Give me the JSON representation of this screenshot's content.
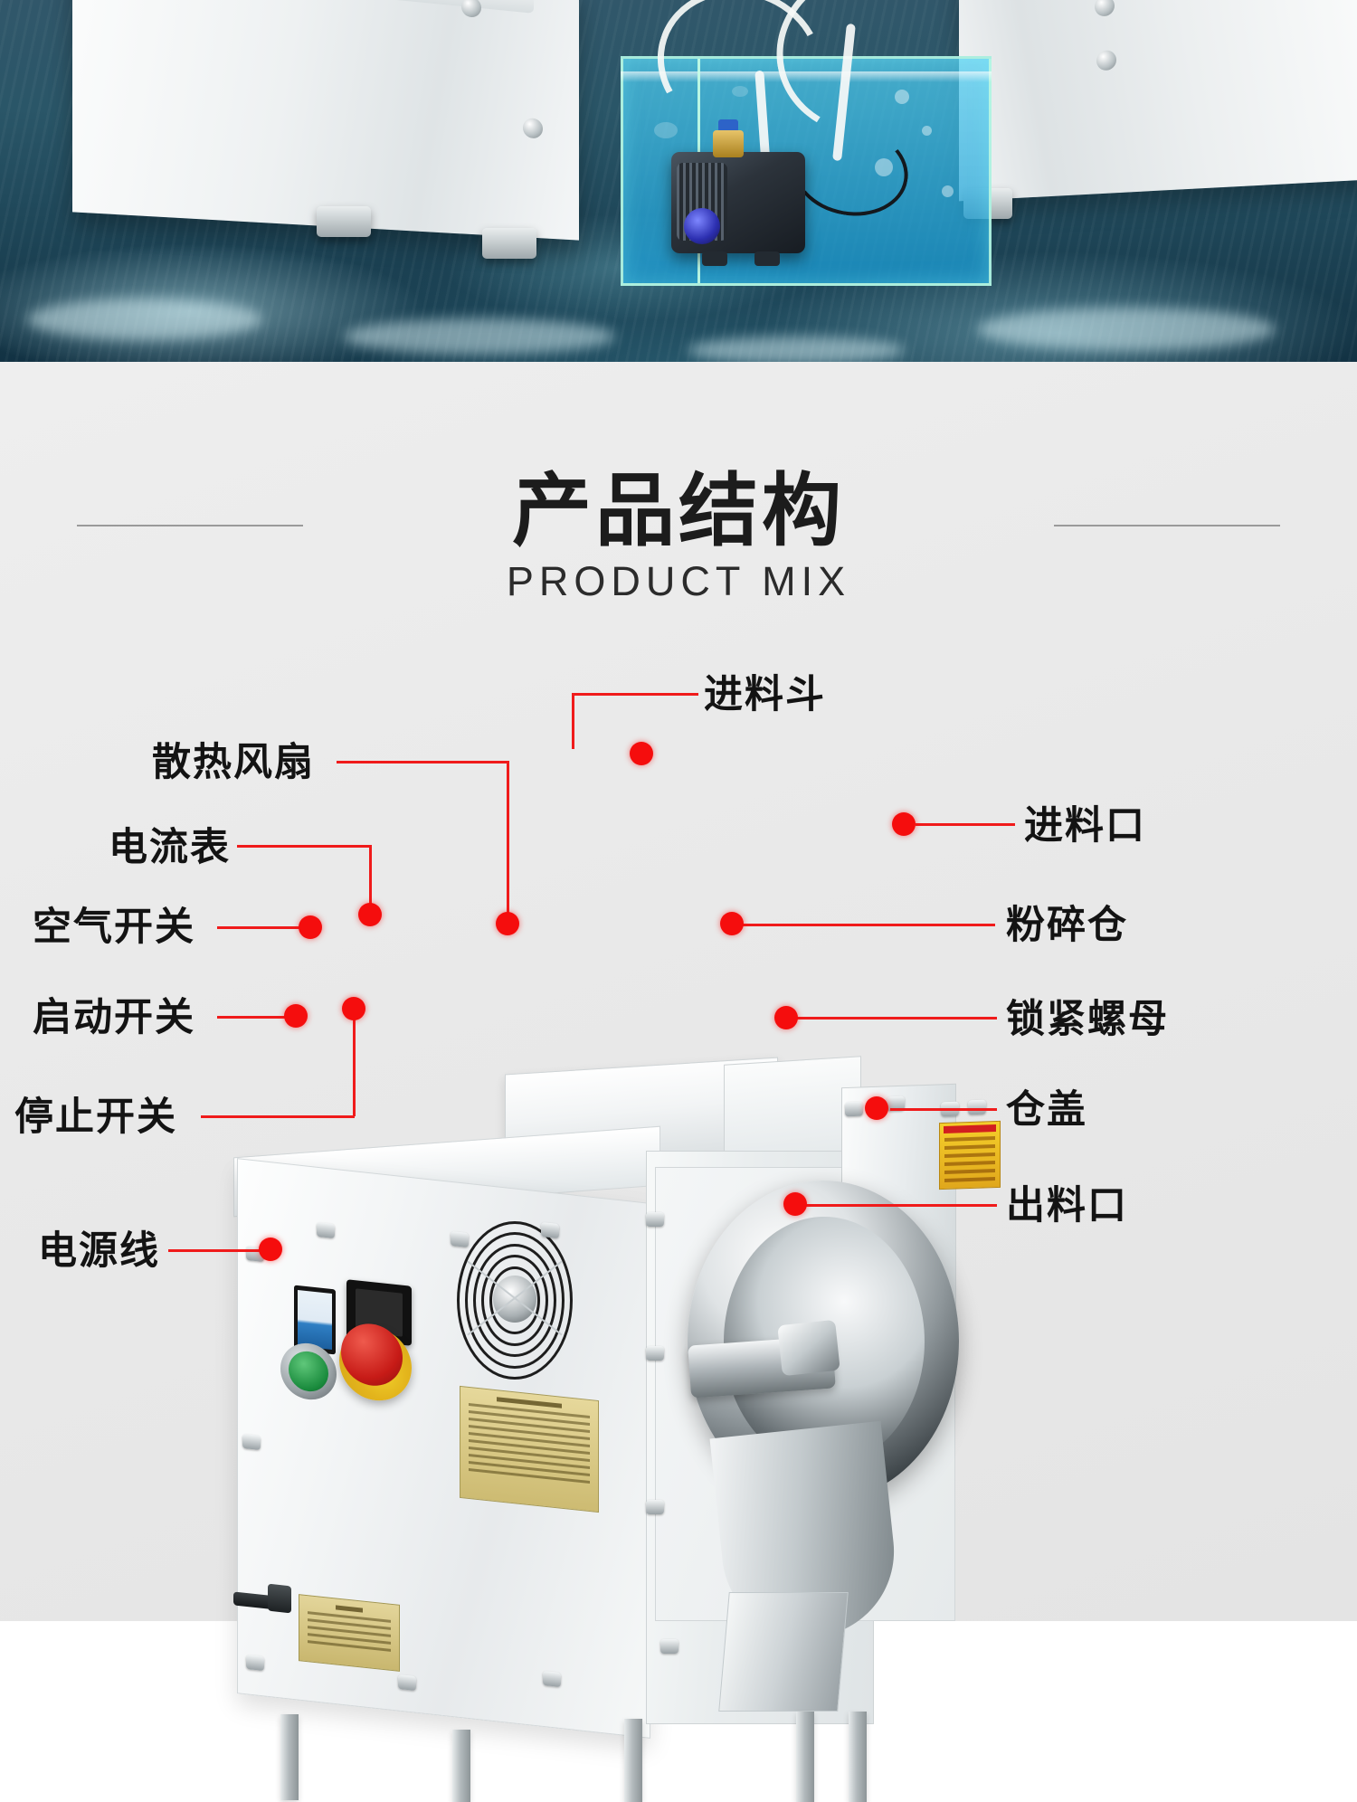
{
  "banner": {
    "alt": "水泵水箱实物图",
    "scene_items": [
      "machine-left",
      "machine-right",
      "water-tank",
      "submersible-pump",
      "silicone-hoses",
      "sea-background"
    ]
  },
  "section": {
    "title_cn": "产品结构",
    "title_en": "PRODUCT MIX"
  },
  "colors": {
    "leader_red": "#f01b1b",
    "dot_red": "#f50d0d",
    "label_text": "#131313",
    "background": "#eaeaea",
    "rule": "#9a9a9a",
    "sticker_yellow": "#f5cf2a",
    "plate_gold": "#e6d89b",
    "start_green": "#198a3c",
    "stop_red": "#c71b17"
  },
  "callouts": {
    "top": [
      {
        "id": "hopper",
        "label": "进料斗"
      }
    ],
    "left": [
      {
        "id": "cooling-fan",
        "label": "散热风扇"
      },
      {
        "id": "ammeter",
        "label": "电流表"
      },
      {
        "id": "air-switch",
        "label": "空气开关"
      },
      {
        "id": "start-switch",
        "label": "启动开关"
      },
      {
        "id": "stop-switch",
        "label": "停止开关"
      },
      {
        "id": "power-cord",
        "label": "电源线"
      }
    ],
    "right": [
      {
        "id": "feed-inlet",
        "label": "进料口"
      },
      {
        "id": "crush-chamber",
        "label": "粉碎仓"
      },
      {
        "id": "lock-nut",
        "label": "锁紧螺母"
      },
      {
        "id": "chamber-cover",
        "label": "仓盖"
      },
      {
        "id": "outlet",
        "label": "出料口"
      }
    ]
  },
  "machine": {
    "alt": "不锈钢粉碎机结构示意图",
    "parts": [
      "进料斗",
      "进料口",
      "粉碎仓",
      "锁紧螺母",
      "仓盖",
      "出料口",
      "散热风扇",
      "电流表",
      "空气开关",
      "启动开关",
      "停止开关",
      "电源线"
    ]
  }
}
